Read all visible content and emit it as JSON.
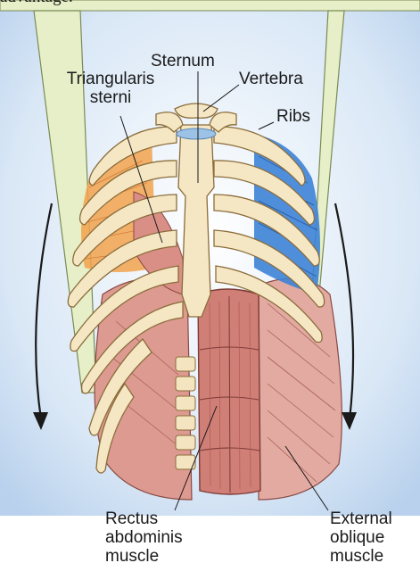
{
  "figure": {
    "caption_fragment": "advantage.",
    "labels": {
      "sternum": "Sternum",
      "vertebra": "Vertebra",
      "ribs": "Ribs",
      "triangularis_line1": "Triangularis",
      "triangularis_line2": "sterni",
      "rectus_line1": "Rectus",
      "rectus_line2": "abdominis",
      "rectus_line3": "muscle",
      "external_line1": "External",
      "external_line2": "oblique",
      "external_line3": "muscle"
    },
    "colors": {
      "background_blue": "#cfe0f3",
      "callout_green": "#e6efc7",
      "bone": "#f6e7c4",
      "muscle": "#d98f86",
      "orange_intercostal": "#f2a24c",
      "blue_intercostal": "#3d83d6"
    }
  }
}
